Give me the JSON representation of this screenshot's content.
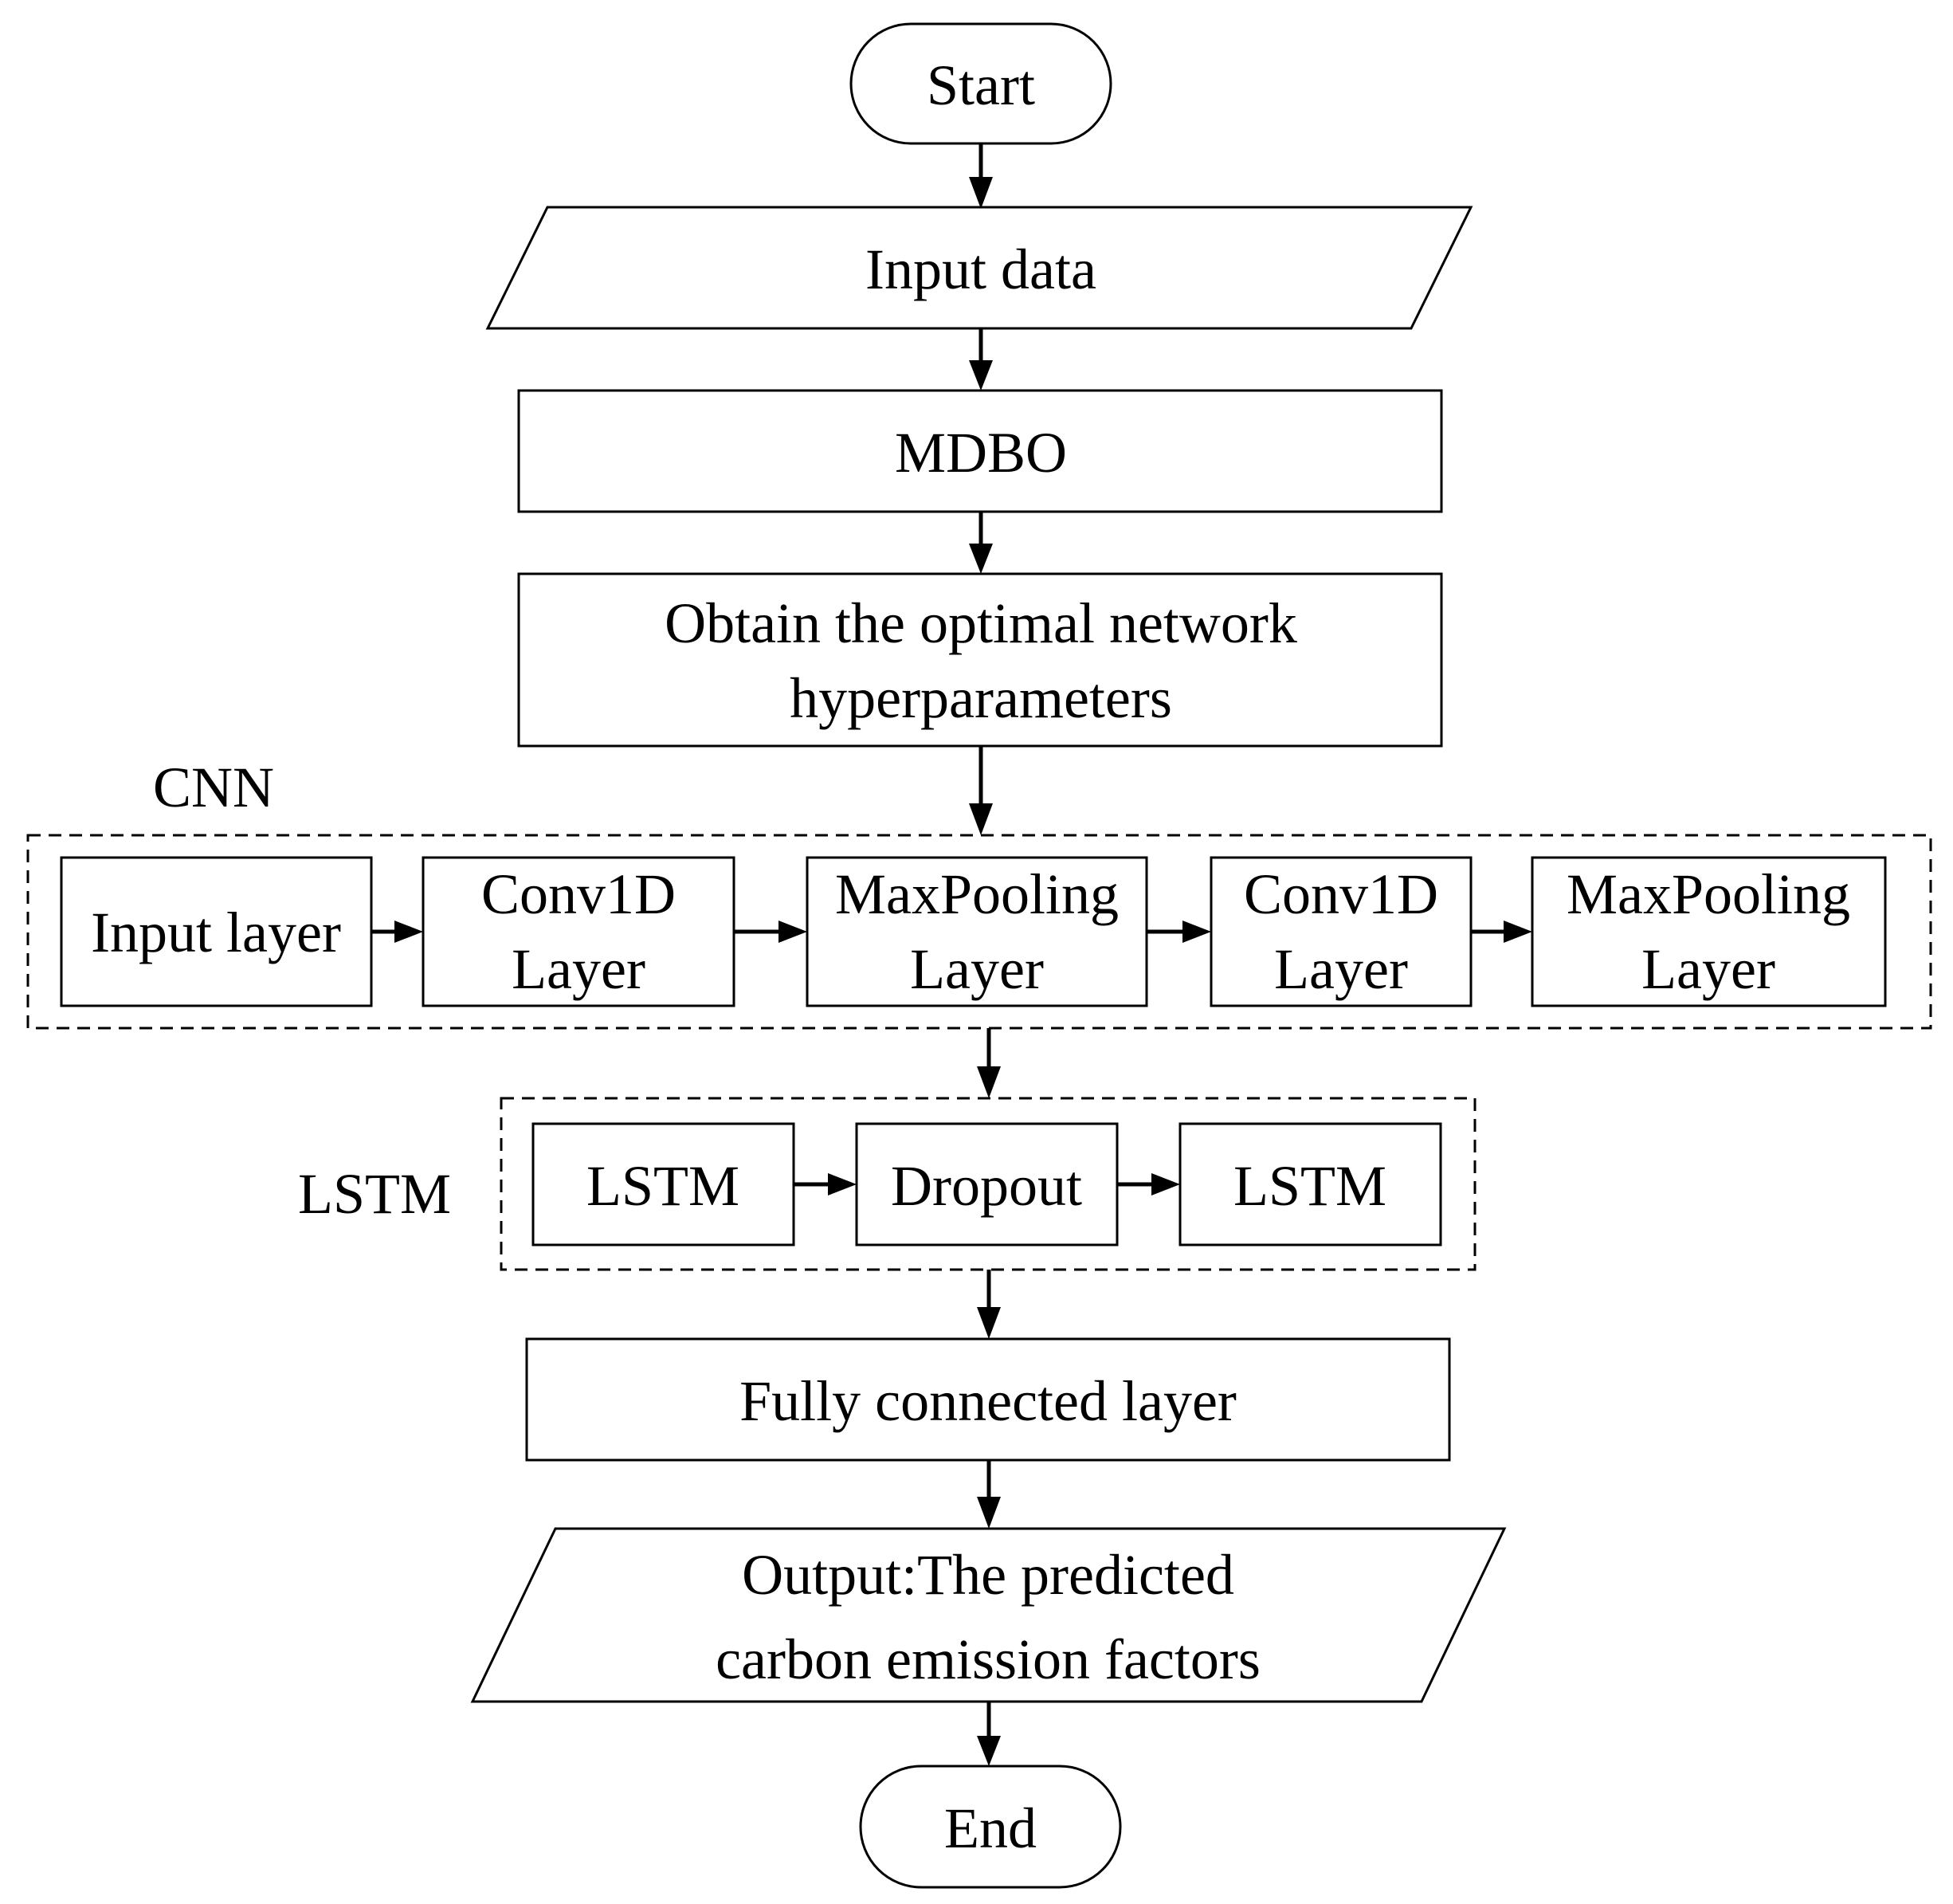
{
  "colors": {
    "stroke": "#000000",
    "background": "#ffffff"
  },
  "nodes": {
    "start": "Start",
    "input_data": "Input data",
    "mdbo": "MDBO",
    "obtain": [
      "Obtain the optimal network",
      "hyperparameters"
    ],
    "fully_connected": "Fully connected layer",
    "output": [
      "Output:The predicted",
      "carbon emission factors"
    ],
    "end": "End"
  },
  "cnn": {
    "label": "CNN",
    "layers": [
      [
        "Input layer"
      ],
      [
        "Conv1D",
        "Layer"
      ],
      [
        "MaxPooling",
        "Layer"
      ],
      [
        "Conv1D",
        "Layer"
      ],
      [
        "MaxPooling",
        "Layer"
      ]
    ]
  },
  "lstm": {
    "label": "LSTM",
    "layers": [
      "LSTM",
      "Dropout",
      "LSTM"
    ]
  }
}
